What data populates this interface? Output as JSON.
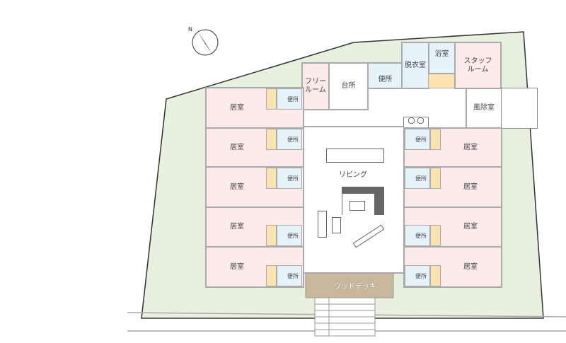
{
  "compass": {
    "label": "N"
  },
  "rooms": {
    "bedroom": "居室",
    "toilet": "便所",
    "free_room": "フリー\nルーム",
    "kitchen": "台所",
    "dressing": "脱衣室",
    "bath": "浴室",
    "staff_room": "スタッフ\nルーム",
    "vestibule": "風除室",
    "living": "リビング",
    "wood_deck": "ウッドデッキ"
  },
  "colors": {
    "site": "#e8f1df",
    "private": "#fdeaea",
    "wet": "#e6f3fb",
    "closet": "#fbe4b0",
    "deck": "#c9b99a"
  }
}
